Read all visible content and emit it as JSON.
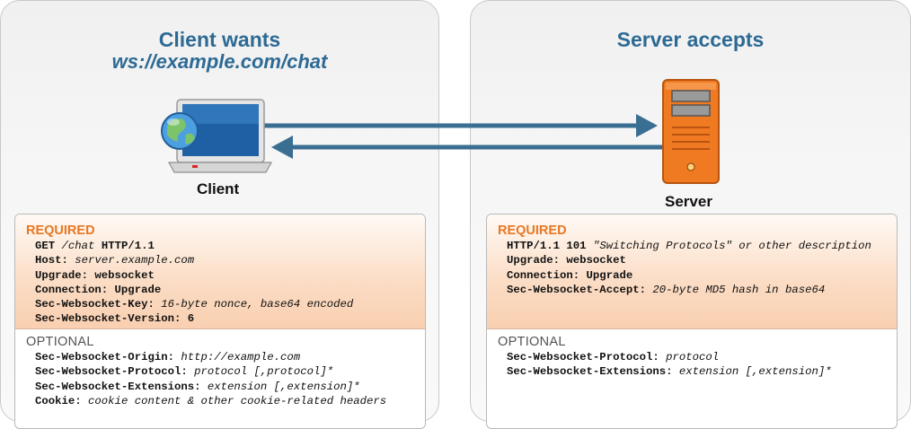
{
  "client": {
    "title_line1": "Client wants",
    "title_line2": "ws://example.com/chat",
    "label": "Client",
    "required_heading": "REQUIRED",
    "required": [
      {
        "key": "GET",
        "value": "/chat",
        "tail": "HTTP/1.1"
      },
      {
        "key": "Host:",
        "value": "server.example.com"
      },
      {
        "key": "Upgrade: websocket",
        "value": ""
      },
      {
        "key": "Connection: Upgrade",
        "value": ""
      },
      {
        "key": "Sec-Websocket-Key:",
        "value": "16-byte nonce, base64 encoded"
      },
      {
        "key": "Sec-Websocket-Version: 6",
        "value": ""
      }
    ],
    "optional_heading": "OPTIONAL",
    "optional": [
      {
        "key": "Sec-Websocket-Origin:",
        "value": "http://example.com"
      },
      {
        "key": "Sec-Websocket-Protocol:",
        "value": "protocol [,protocol]*"
      },
      {
        "key": "Sec-Websocket-Extensions:",
        "value": "extension [,extension]*"
      },
      {
        "key": "Cookie:",
        "value": "cookie content & other cookie-related headers"
      }
    ]
  },
  "server": {
    "title_line1": "Server accepts",
    "label": "Server",
    "required_heading": "REQUIRED",
    "required": [
      {
        "key": "HTTP/1.1 101",
        "value": "\"Switching Protocols\" or other description"
      },
      {
        "key": "Upgrade: websocket",
        "value": ""
      },
      {
        "key": "Connection: Upgrade",
        "value": ""
      },
      {
        "key": "Sec-Websocket-Accept:",
        "value": "20-byte MD5 hash in base64"
      }
    ],
    "optional_heading": "OPTIONAL",
    "optional": [
      {
        "key": "Sec-Websocket-Protocol:",
        "value": "protocol"
      },
      {
        "key": "Sec-Websocket-Extensions:",
        "value": "extension [,extension]*"
      }
    ]
  },
  "colors": {
    "title_blue": "#2d6a94",
    "arrow_blue": "#3a6e92",
    "required_orange": "#e87722",
    "server_orange": "#f07a21"
  },
  "icons": {
    "client": "laptop-with-globe-icon",
    "server": "server-tower-icon"
  }
}
